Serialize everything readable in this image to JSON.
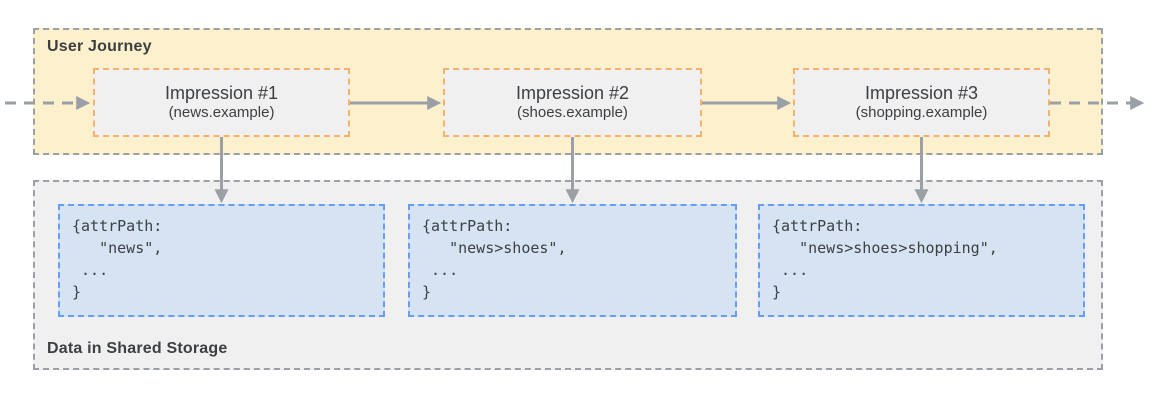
{
  "colors": {
    "journey_bg": "#FDF0CD",
    "journey_border": "#9AA0A6",
    "impression_bg": "#F0F0F0",
    "impression_border": "#F6B26B",
    "storage_bg": "#F0F0F0",
    "storage_border": "#9AA0A6",
    "data_bg": "#D5E3F2",
    "data_border": "#669DF6",
    "arrow": "#9AA0A6",
    "text": "#3C4043"
  },
  "journey": {
    "label": "User Journey",
    "impressions": [
      {
        "title": "Impression #1",
        "subtitle": "(news.example)"
      },
      {
        "title": "Impression #2",
        "subtitle": "(shoes.example)"
      },
      {
        "title": "Impression #3",
        "subtitle": "(shopping.example)"
      }
    ]
  },
  "storage": {
    "label": "Data in Shared Storage",
    "entries": [
      {
        "code": "{attrPath:\n   \"news\",\n ...\n}"
      },
      {
        "code": "{attrPath:\n   \"news>shoes\",\n ...\n}"
      },
      {
        "code": "{attrPath:\n   \"news>shoes>shopping\",\n ...\n}"
      }
    ]
  }
}
